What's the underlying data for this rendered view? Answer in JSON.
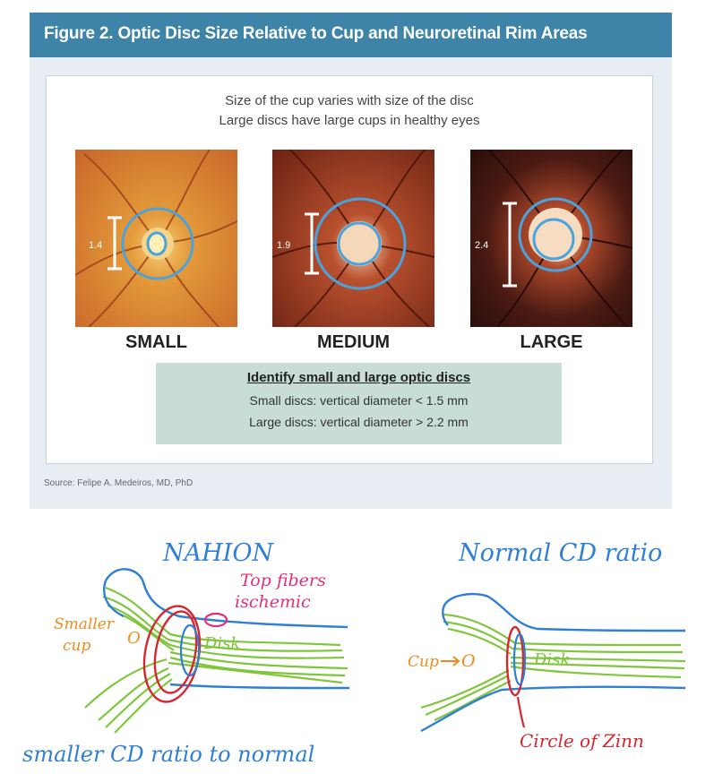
{
  "figure": {
    "title": "Figure 2.  Optic Disc Size Relative to Cup and Neuroretinal Rim Areas",
    "subtitle_line1": "Size of the cup varies with size of the disc",
    "subtitle_line2": "Large discs have large cups in healthy eyes",
    "discs": [
      {
        "label": "SMALL",
        "diameter": "1.4"
      },
      {
        "label": "MEDIUM",
        "diameter": "1.9"
      },
      {
        "label": "LARGE",
        "diameter": "2.4"
      }
    ],
    "info_box": {
      "heading": "Identify small and large optic discs",
      "line1": "Small discs: vertical diameter < 1.5 mm",
      "line2": "Large discs: vertical diameter > 2.2 mm"
    },
    "source": "Source: Felipe A. Medeiros, MD, PhD"
  },
  "annotations": {
    "naion": {
      "title": "NAHION",
      "top_fibers": "Top fibers",
      "ischemic": "ischemic",
      "smaller": "Smaller",
      "cup": "cup",
      "cup_marker": "O",
      "disk": "Disk",
      "bottom_note": "smaller CD ratio to normal"
    },
    "normal": {
      "title": "Normal CD ratio",
      "cup_label": "Cup",
      "cup_marker": "O",
      "disk": "Disk",
      "circle": "Circle of Zinn"
    }
  },
  "colors": {
    "header": "#3d84a8",
    "ring": "#4aa3dd",
    "info_box": "#c8ddd5",
    "ink_blue": "#2f7fd6",
    "ink_green": "#7fc63c",
    "ink_red": "#d6262f",
    "ink_pink": "#e0307a",
    "ink_orange": "#f08a1c"
  }
}
